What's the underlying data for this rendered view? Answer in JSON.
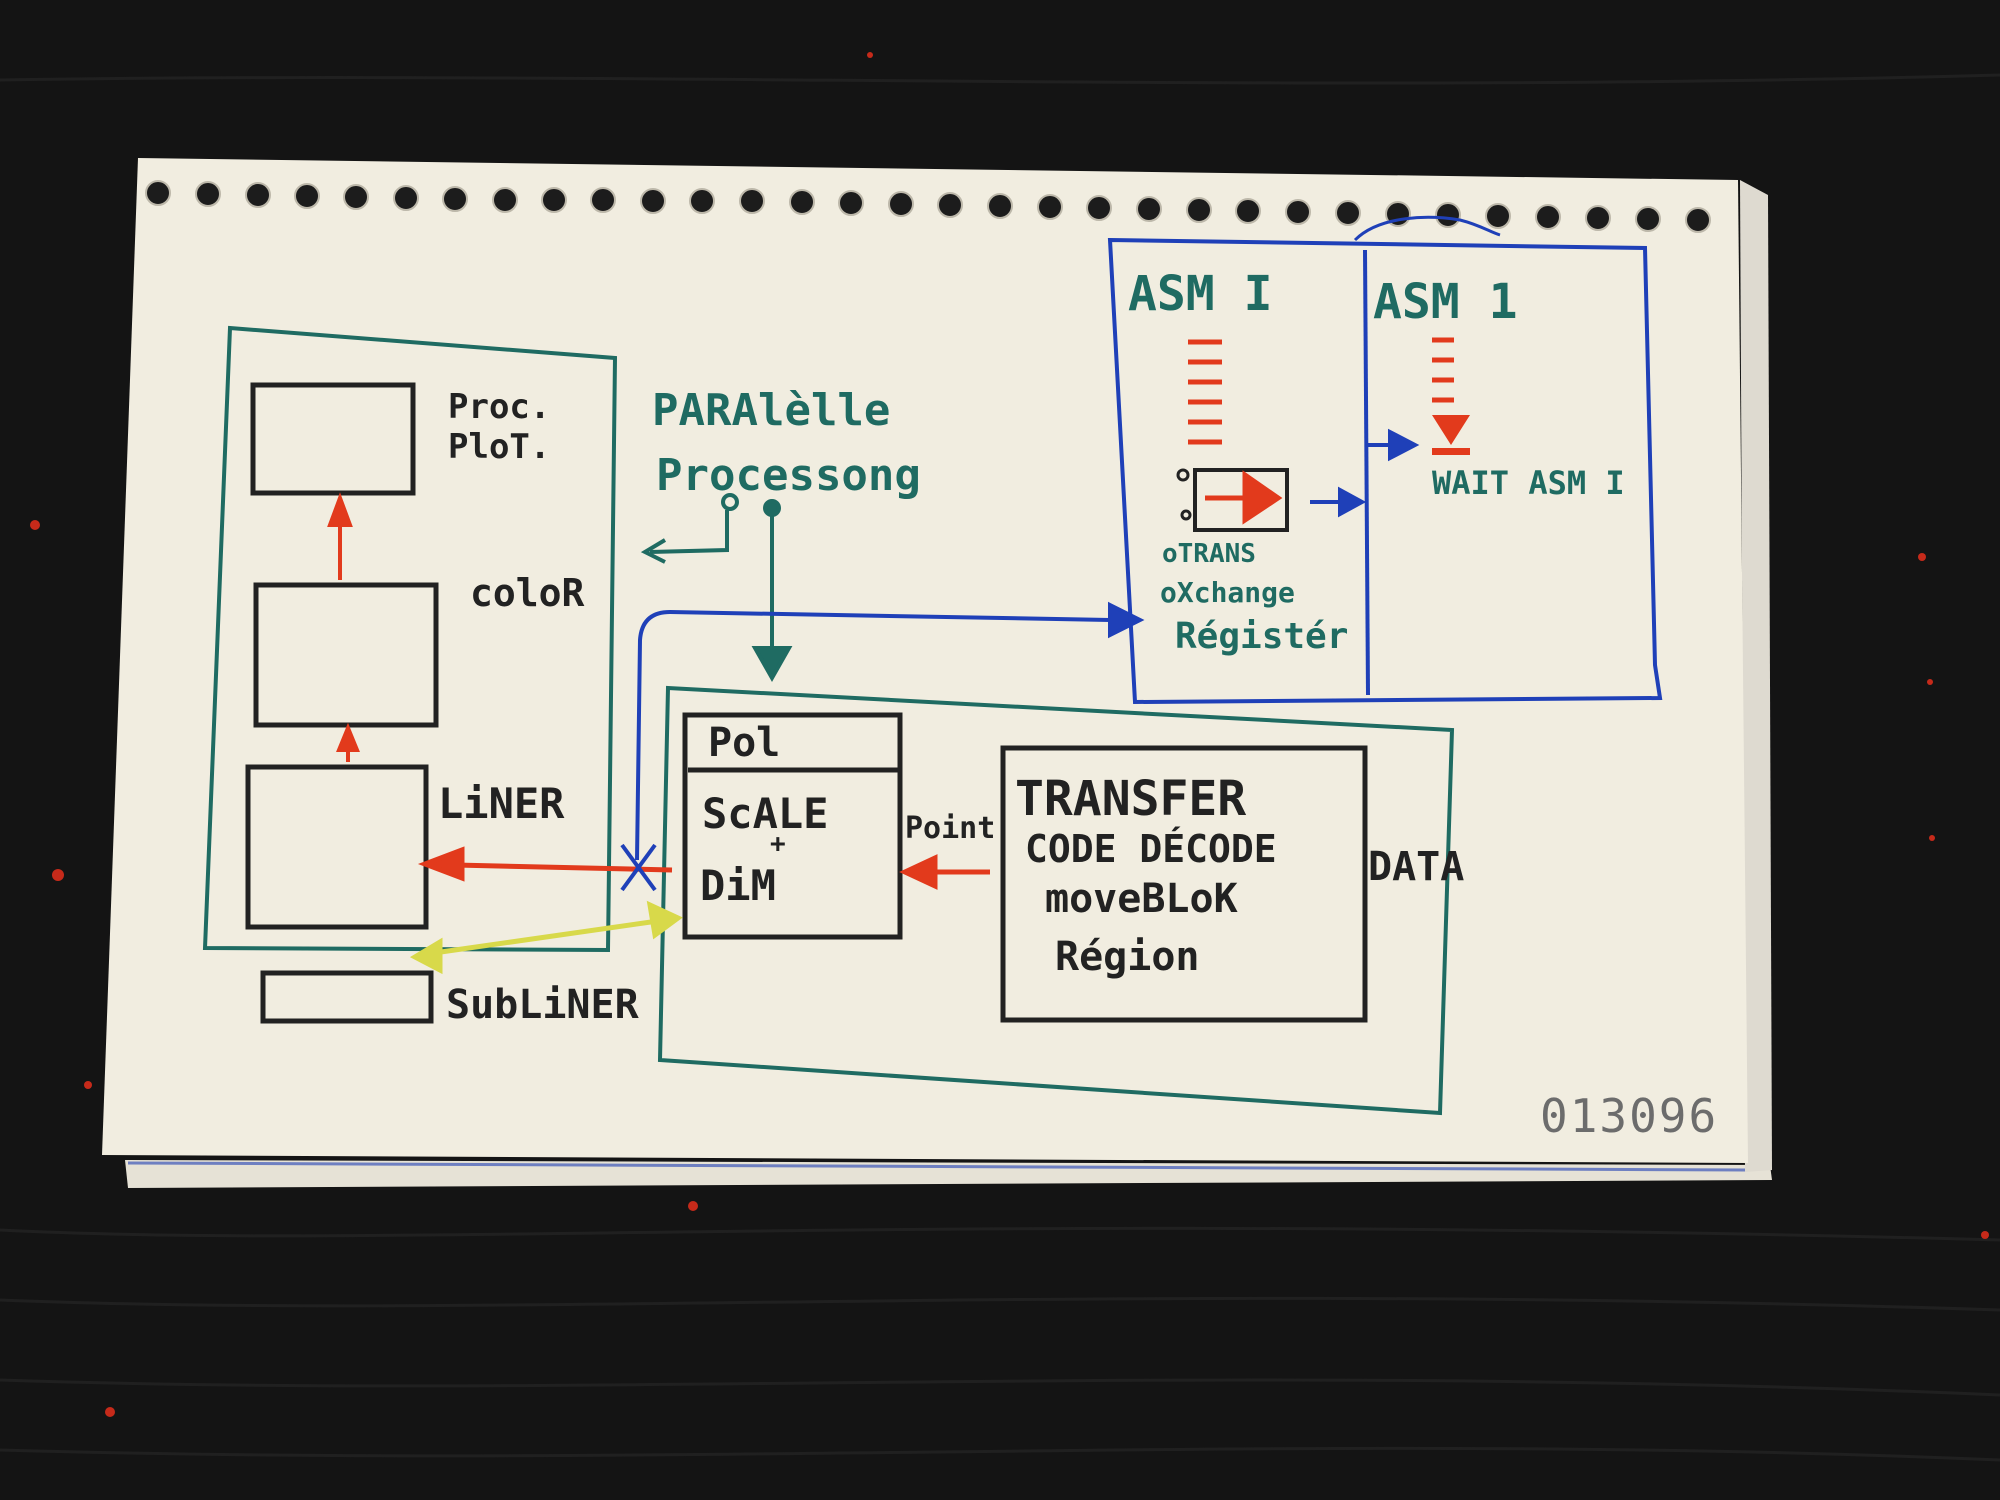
{
  "colors": {
    "table": "#141414",
    "paper": "#f1ede0",
    "ink_black": "#222222",
    "ink_teal": "#1f6b62",
    "ink_blue": "#1f40b8",
    "ink_red": "#e23a1c",
    "ink_yellow": "#d8d94a",
    "stamp": "#6c6c6c"
  },
  "labels": {
    "proc_plot_line1": "Proc.",
    "proc_plot_line2": "PloT.",
    "color": "coloR",
    "liner": "LiNER",
    "subliner": "SubLiNER",
    "paralelle": "PARAlèlle",
    "processong": "Processong",
    "pol": "Pol",
    "scale": "ScALE",
    "plus": "+",
    "dim": "DiM",
    "point": "Point",
    "transfer": "TRANSFER",
    "code_decode": "CODE DÉCODE",
    "moveblok": "moveBLoK",
    "region": "Région",
    "data": "DATA",
    "asm_left": "ASM I",
    "asm_right": "ASM 1",
    "trans": "oTRANS",
    "xchange": "oXchange",
    "register": "Régistér",
    "wait_asm": "WAIT ASM I",
    "serial": "013096"
  }
}
